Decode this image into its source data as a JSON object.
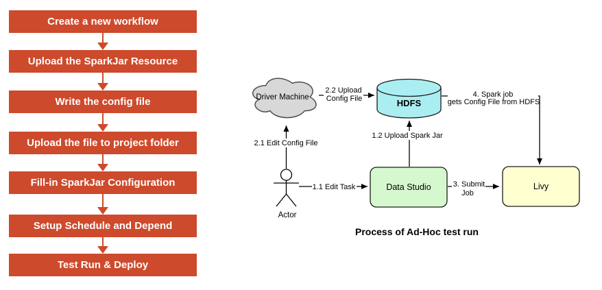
{
  "left_flow": {
    "box_color": "#cd4a2c",
    "text_color": "#ffffff",
    "arrow_color": "#cd4a2c",
    "steps": [
      {
        "label": "Create a new workflow"
      },
      {
        "label": "Upload the SparkJar Resource"
      },
      {
        "label": "Write the config file"
      },
      {
        "label": "Upload the file to project folder"
      },
      {
        "label": "Fill-in SparkJar Configuration"
      },
      {
        "label": "Setup Schedule and Depend"
      },
      {
        "label": "Test Run & Deploy"
      }
    ]
  },
  "process_diagram": {
    "caption": "Process of Ad-Hoc test run",
    "nodes": {
      "driver_machine": {
        "label": "Driver Machine",
        "shape": "cloud",
        "fill": "#d8d8d8"
      },
      "hdfs": {
        "label": "HDFS",
        "shape": "cylinder",
        "fill": "#aaeef2"
      },
      "data_studio": {
        "label": "Data Studio",
        "shape": "rounded-rectangle",
        "fill": "#d6f8ce"
      },
      "livy": {
        "label": "Livy",
        "shape": "rounded-rectangle",
        "fill": "#ffffd0"
      },
      "actor": {
        "label": "Actor",
        "shape": "stick-figure"
      }
    },
    "edges": {
      "edit_task": {
        "from": "actor",
        "to": "data_studio",
        "label": "1.1 Edit Task"
      },
      "upload_spark_jar": {
        "from": "data_studio",
        "to": "hdfs",
        "label": "1.2 Upload Spark Jar"
      },
      "edit_config_file": {
        "from": "actor",
        "to": "driver_machine",
        "label": "2.1 Edit Config File"
      },
      "upload_config_file": {
        "from": "driver_machine",
        "to": "hdfs",
        "label_line1": "2.2 Upload",
        "label_line2": "Config File"
      },
      "submit_job": {
        "from": "data_studio",
        "to": "livy",
        "label_line1": "3. Submit",
        "label_line2": "Job"
      },
      "spark_job_gets_config": {
        "from": "hdfs",
        "to": "livy",
        "label_line1": "4. Spark job",
        "label_line2": "gets Config File from HDFS"
      }
    }
  }
}
